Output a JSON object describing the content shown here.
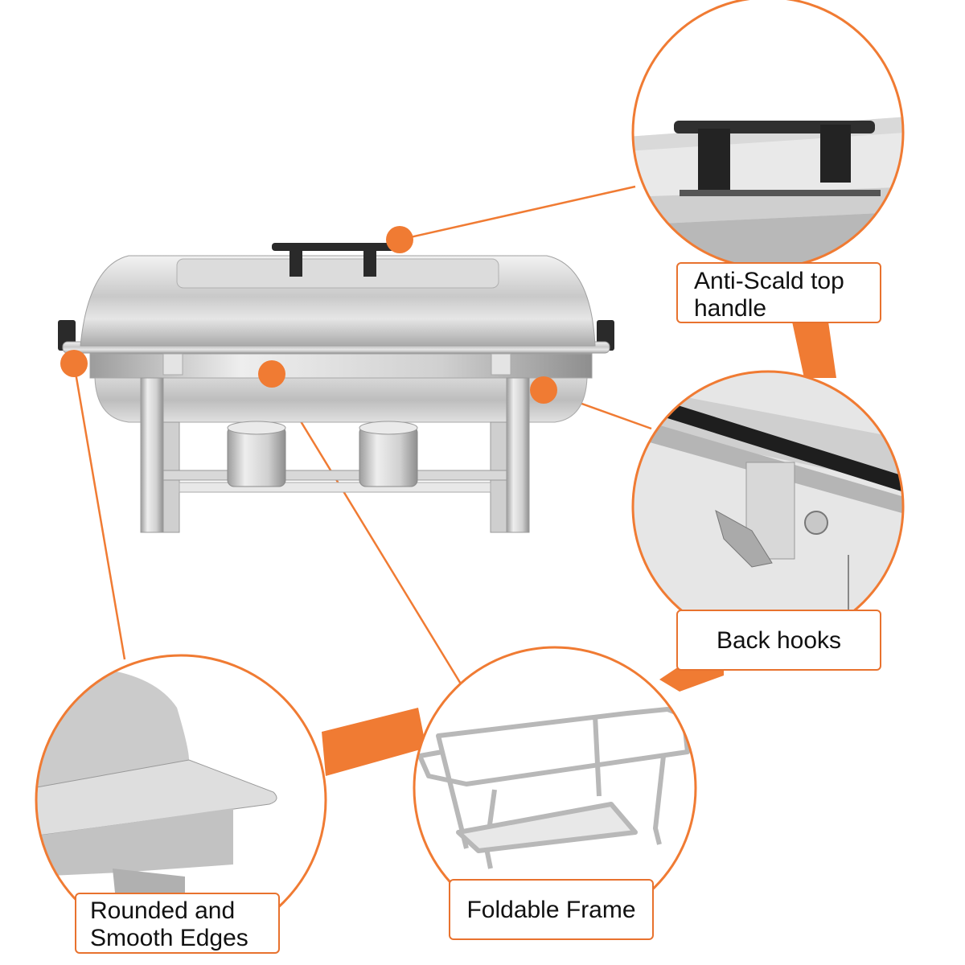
{
  "product": "Stainless steel chafing dish with foldable frame and two fuel holders",
  "accent_color": "#f07b33",
  "callouts": [
    {
      "id": "top-handle",
      "label_lines": [
        "Anti-Scald top",
        "handle"
      ]
    },
    {
      "id": "back-hooks",
      "label_lines": [
        "Back hooks"
      ]
    },
    {
      "id": "rounded-edges",
      "label_lines": [
        "Rounded and",
        "Smooth Edges"
      ]
    },
    {
      "id": "foldable-frame",
      "label_lines": [
        "Foldable Frame"
      ]
    }
  ]
}
